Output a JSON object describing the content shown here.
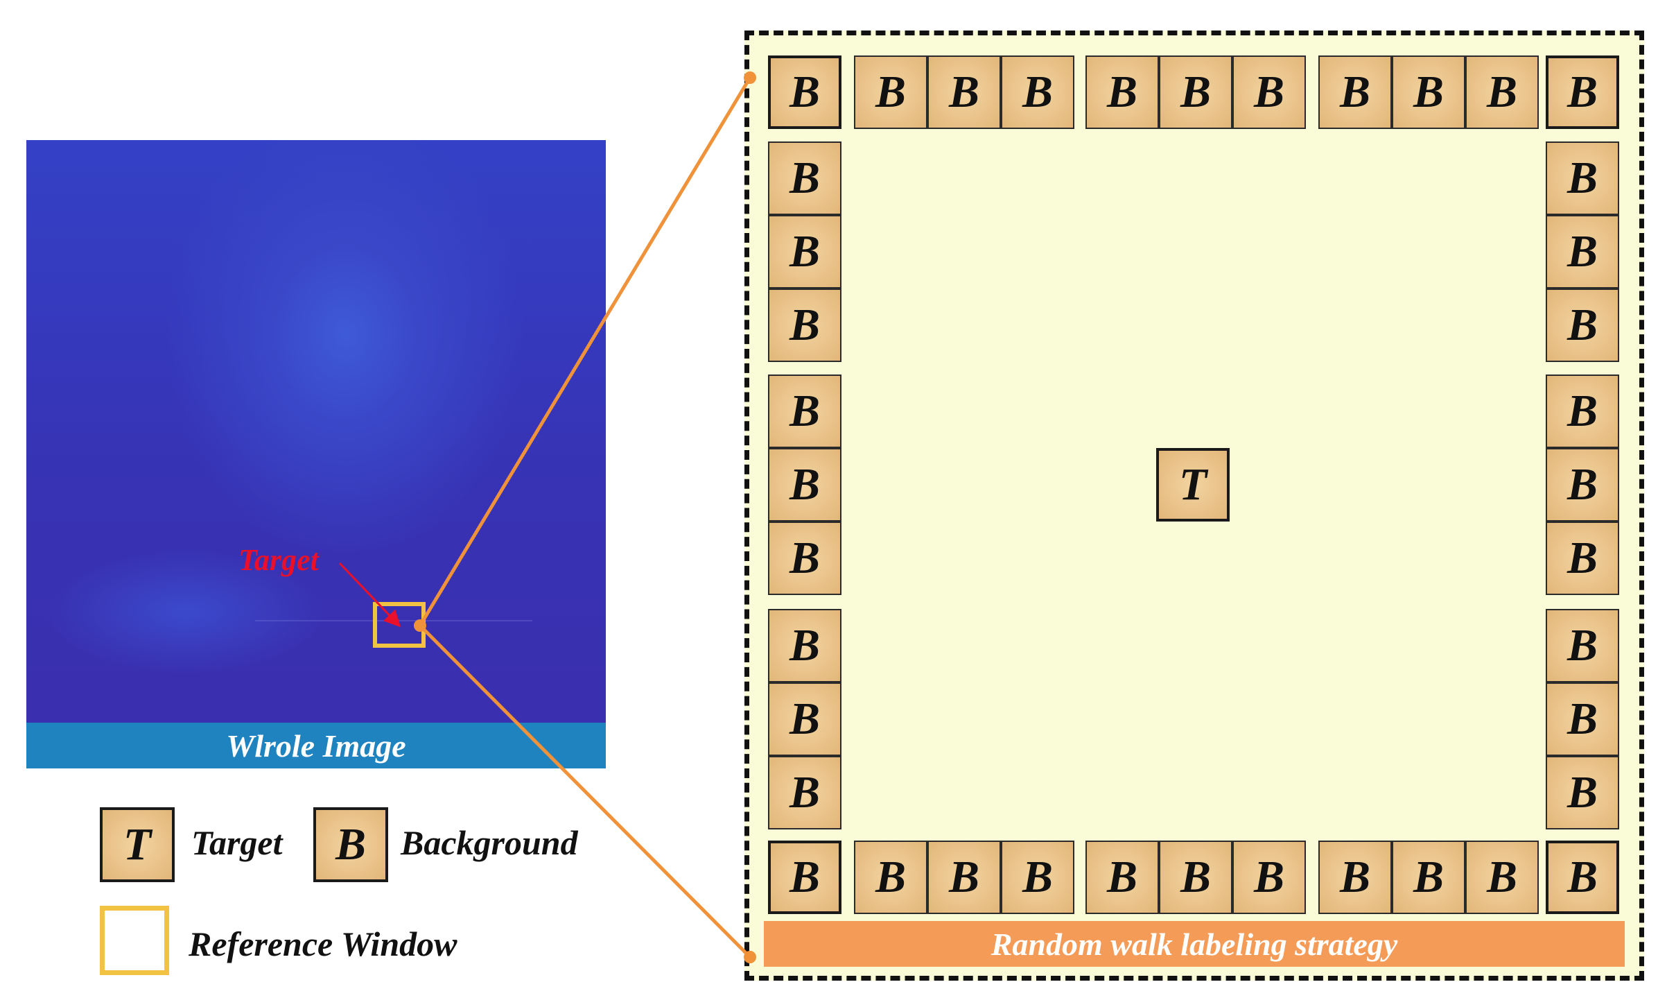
{
  "whole_image": {
    "caption": "Wlrole Image",
    "target_label": "Target",
    "panel_color": "#3733b5",
    "caption_color": "#1e83bf"
  },
  "detail": {
    "strategy_label": "Random walk labeling strategy",
    "center_cell": "T",
    "background_cell": "B",
    "cells_per_top_row": 11,
    "cells_per_side_column": 9,
    "frame_color": "#fafcd8",
    "strategy_color": "#f39b57"
  },
  "legend": {
    "target_symbol": "T",
    "target_text": "Target",
    "background_symbol": "B",
    "background_text": "Background",
    "reference_text": "Reference Window",
    "reference_color": "#f2c243"
  },
  "connector_color": "#f0923a",
  "arrow_color": "#e8102a"
}
